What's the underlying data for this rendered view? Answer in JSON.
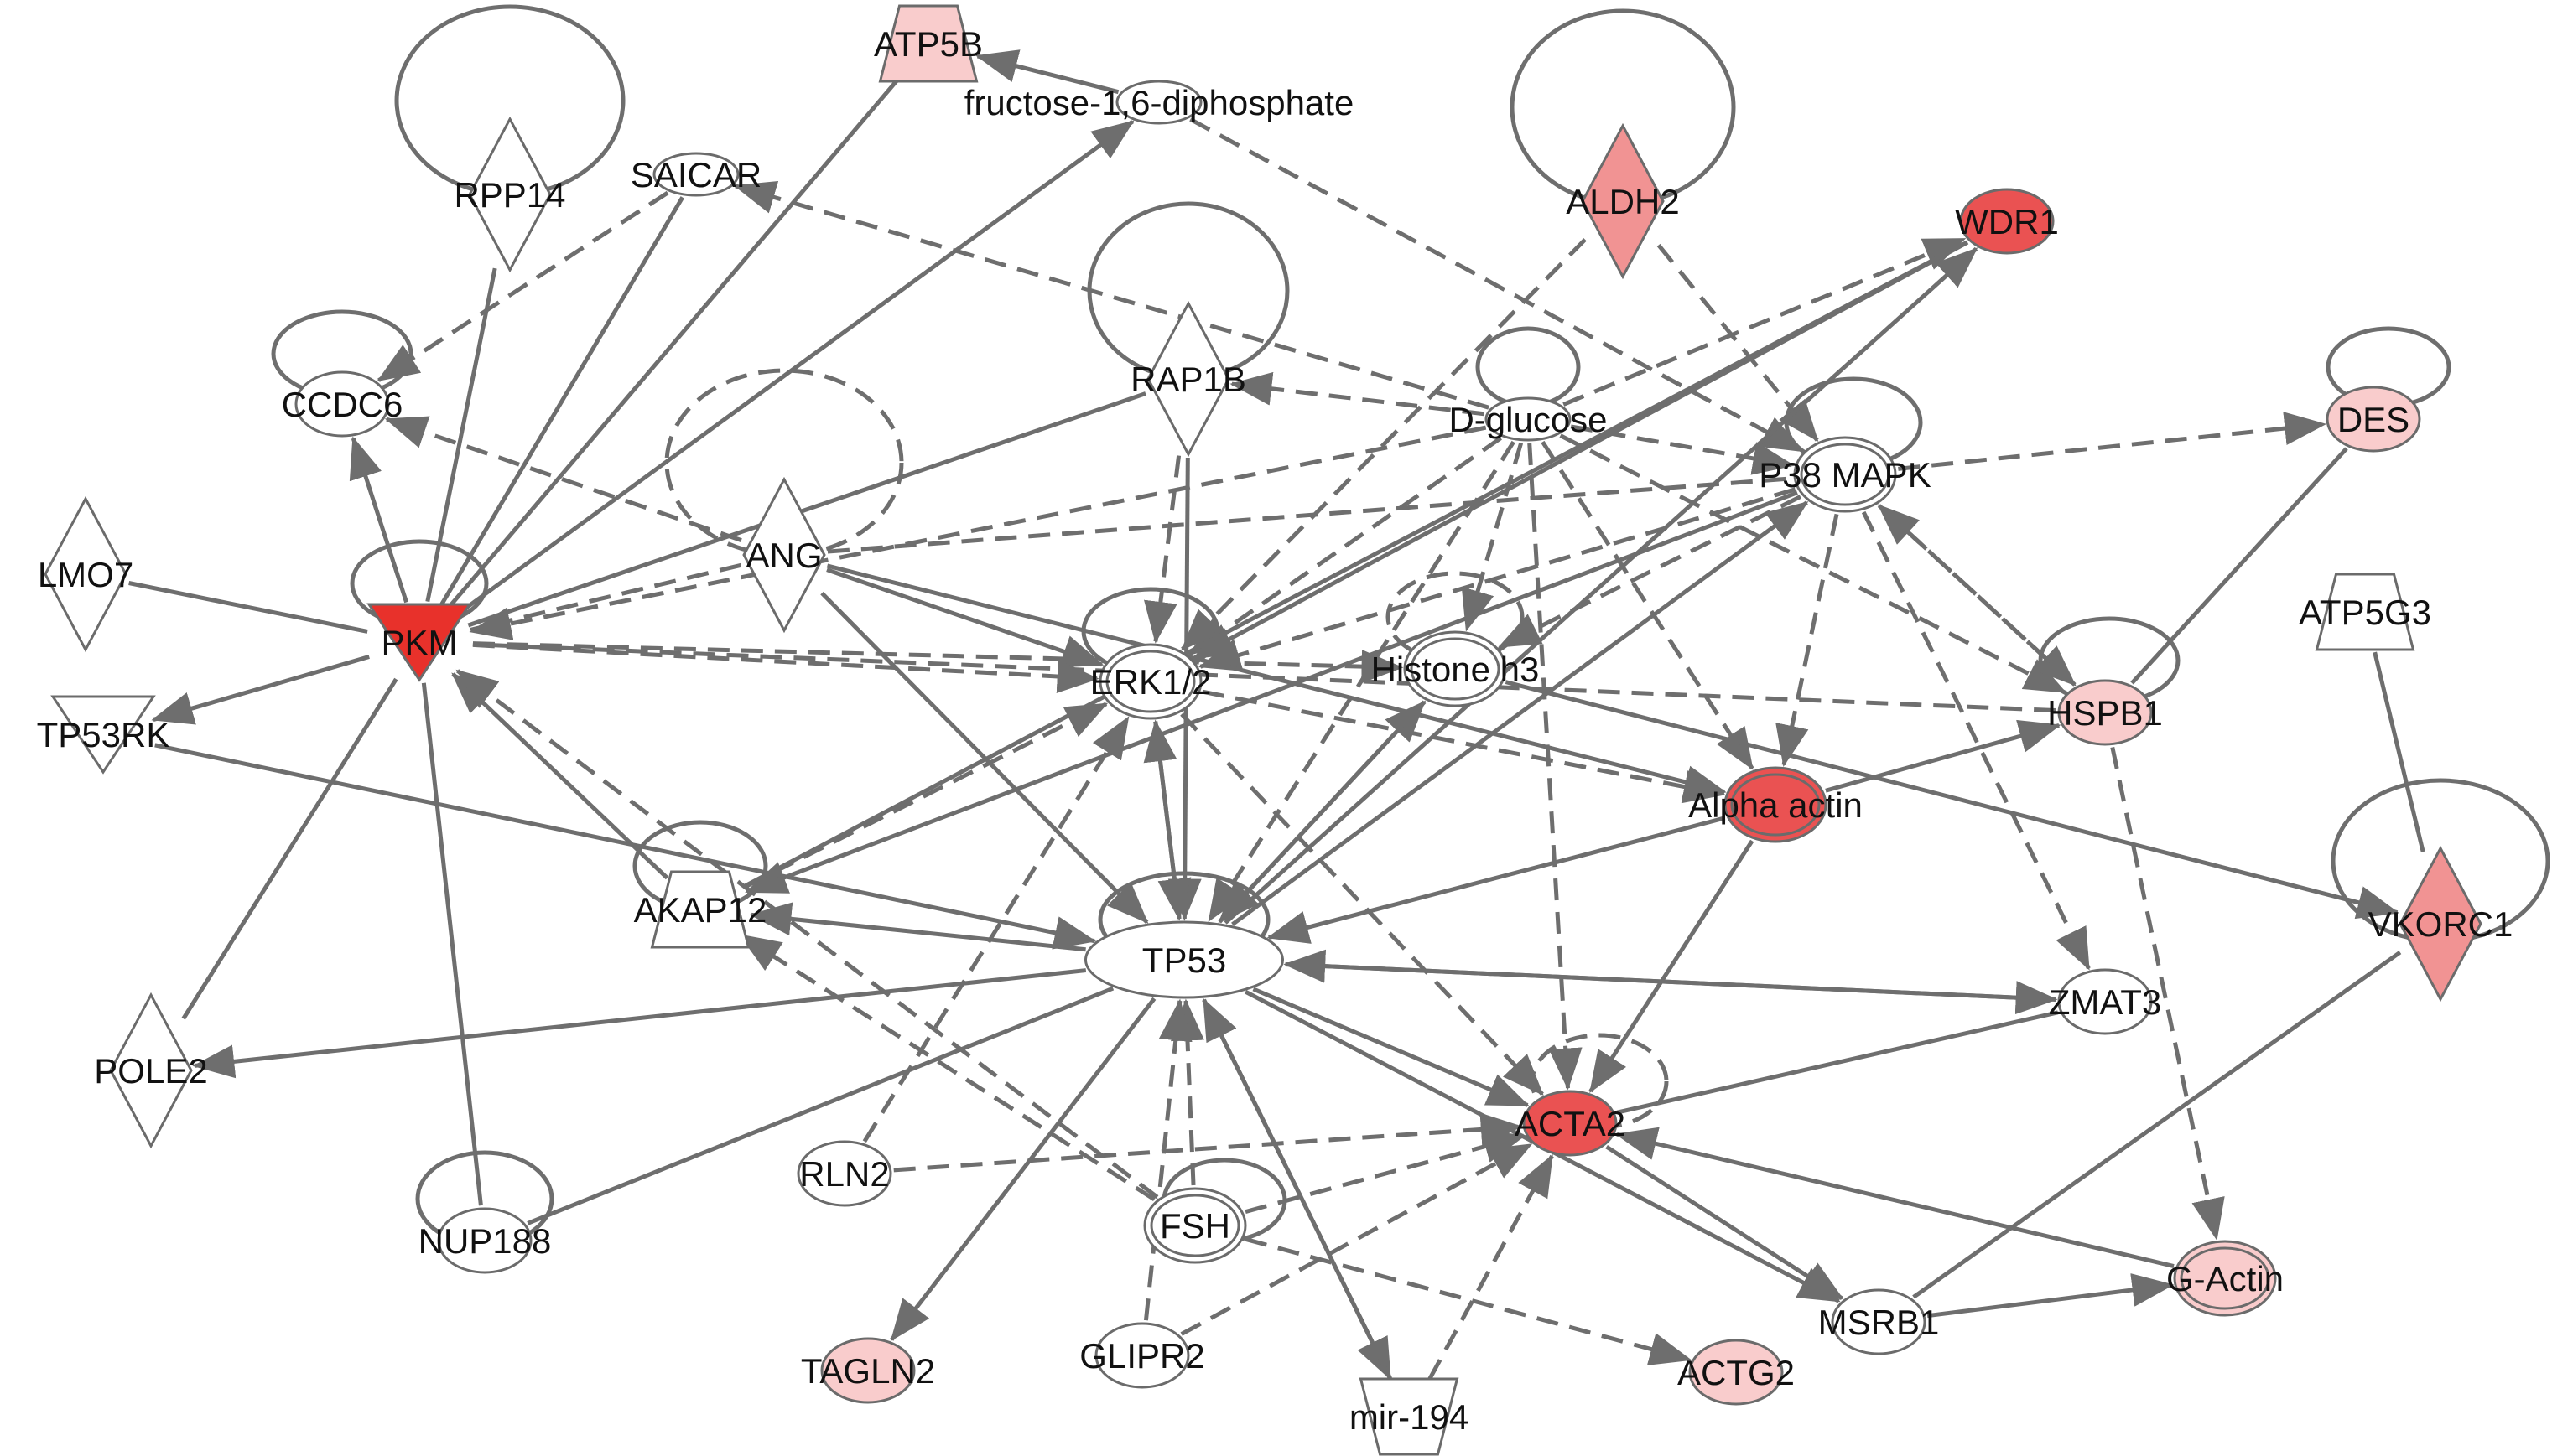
{
  "colors": {
    "edge": "#6e6e6e",
    "node_stroke": "#6b6b6b",
    "white": "#ffffff",
    "light": "#f9cccc",
    "mid": "#f19393",
    "strong": "#ea5252",
    "pkm": "#e8312b"
  },
  "nodes": [
    {
      "id": "ATP5B",
      "label": "ATP5B",
      "shape": "trapezoid",
      "fill": "light"
    },
    {
      "id": "FRU",
      "label": "fructose-1,6-diphosphate",
      "shape": "small-ellipse",
      "fill": "white"
    },
    {
      "id": "RPP14",
      "label": "RPP14",
      "shape": "diamond",
      "fill": "white"
    },
    {
      "id": "SAICAR",
      "label": "SAICAR",
      "shape": "small-ellipse",
      "fill": "white"
    },
    {
      "id": "ALDH2",
      "label": "ALDH2",
      "shape": "diamond",
      "fill": "mid"
    },
    {
      "id": "WDR1",
      "label": "WDR1",
      "shape": "ellipse",
      "fill": "strong"
    },
    {
      "id": "CCDC6",
      "label": "CCDC6",
      "shape": "ellipse",
      "fill": "white"
    },
    {
      "id": "RAP1B",
      "label": "RAP1B",
      "shape": "diamond",
      "fill": "white"
    },
    {
      "id": "DGLU",
      "label": "D-glucose",
      "shape": "small-ellipse",
      "fill": "white"
    },
    {
      "id": "DES",
      "label": "DES",
      "shape": "ellipse",
      "fill": "light"
    },
    {
      "id": "P38",
      "label": "P38 MAPK",
      "shape": "double-ellipse",
      "fill": "white"
    },
    {
      "id": "LMO7",
      "label": "LMO7",
      "shape": "diamond",
      "fill": "white"
    },
    {
      "id": "ANG",
      "label": "ANG",
      "shape": "diamond",
      "fill": "white"
    },
    {
      "id": "PKM",
      "label": "PKM",
      "shape": "triangle-down",
      "fill": "pkm"
    },
    {
      "id": "ATP5G3",
      "label": "ATP5G3",
      "shape": "trapezoid",
      "fill": "white"
    },
    {
      "id": "ERK",
      "label": "ERK1/2",
      "shape": "double-ellipse",
      "fill": "white"
    },
    {
      "id": "H3",
      "label": "Histone h3",
      "shape": "double-ellipse",
      "fill": "white"
    },
    {
      "id": "HSPB1",
      "label": "HSPB1",
      "shape": "ellipse",
      "fill": "light"
    },
    {
      "id": "TP53RK",
      "label": "TP53RK",
      "shape": "triangle-down",
      "fill": "white"
    },
    {
      "id": "AACT",
      "label": "Alpha actin",
      "shape": "double-ellipse",
      "fill": "strong"
    },
    {
      "id": "AKAP12",
      "label": "AKAP12",
      "shape": "trapezoid",
      "fill": "white"
    },
    {
      "id": "TP53",
      "label": "TP53",
      "shape": "big-ellipse",
      "fill": "white"
    },
    {
      "id": "VKORC1",
      "label": "VKORC1",
      "shape": "diamond",
      "fill": "mid"
    },
    {
      "id": "ZMAT3",
      "label": "ZMAT3",
      "shape": "ellipse",
      "fill": "white"
    },
    {
      "id": "POLE2",
      "label": "POLE2",
      "shape": "diamond",
      "fill": "white"
    },
    {
      "id": "ACTA2",
      "label": "ACTA2",
      "shape": "ellipse",
      "fill": "strong"
    },
    {
      "id": "RLN2",
      "label": "RLN2",
      "shape": "ellipse",
      "fill": "white"
    },
    {
      "id": "FSH",
      "label": "FSH",
      "shape": "double-ellipse",
      "fill": "white"
    },
    {
      "id": "NUP188",
      "label": "NUP188",
      "shape": "ellipse",
      "fill": "white"
    },
    {
      "id": "GACT",
      "label": "G-Actin",
      "shape": "double-ellipse",
      "fill": "light"
    },
    {
      "id": "MSRB1",
      "label": "MSRB1",
      "shape": "ellipse",
      "fill": "white"
    },
    {
      "id": "TAGLN2",
      "label": "TAGLN2",
      "shape": "ellipse",
      "fill": "light"
    },
    {
      "id": "GLIPR2",
      "label": "GLIPR2",
      "shape": "ellipse",
      "fill": "white"
    },
    {
      "id": "ACTG2",
      "label": "ACTG2",
      "shape": "ellipse",
      "fill": "light"
    },
    {
      "id": "MIR194",
      "label": "mir-194",
      "shape": "trapezoid-down",
      "fill": "white"
    }
  ],
  "loops": [
    {
      "node": "RPP14",
      "dashed": false
    },
    {
      "node": "ALDH2",
      "dashed": false
    },
    {
      "node": "CCDC6",
      "dashed": false
    },
    {
      "node": "RAP1B",
      "dashed": false
    },
    {
      "node": "DGLU",
      "dashed": false
    },
    {
      "node": "DES",
      "dashed": false
    },
    {
      "node": "P38",
      "dashed": false
    },
    {
      "node": "ANG",
      "dashed": true
    },
    {
      "node": "PKM",
      "dashed": false
    },
    {
      "node": "ERK",
      "dashed": false
    },
    {
      "node": "H3",
      "dashed": true
    },
    {
      "node": "HSPB1",
      "dashed": false
    },
    {
      "node": "AKAP12",
      "dashed": false
    },
    {
      "node": "TP53",
      "dashed": false
    },
    {
      "node": "VKORC1",
      "dashed": false
    },
    {
      "node": "ACTA2",
      "dashed": true
    },
    {
      "node": "FSH",
      "dashed": false
    },
    {
      "node": "NUP188",
      "dashed": false
    }
  ],
  "edges": [
    {
      "from": "RPP14",
      "to": "PKM",
      "dashed": false,
      "arrow": false
    },
    {
      "from": "SAICAR",
      "to": "PKM",
      "dashed": false,
      "arrow": false
    },
    {
      "from": "SAICAR",
      "to": "CCDC6",
      "dashed": true,
      "arrow": true
    },
    {
      "from": "ATP5B",
      "to": "PKM",
      "dashed": false,
      "arrow": false
    },
    {
      "from": "FRU",
      "to": "ATP5B",
      "dashed": false,
      "arrow": true
    },
    {
      "from": "PKM",
      "to": "FRU",
      "dashed": false,
      "arrow": true
    },
    {
      "from": "FRU",
      "to": "P38",
      "dashed": true,
      "arrow": true
    },
    {
      "from": "DGLU",
      "to": "SAICAR",
      "dashed": true,
      "arrow": true
    },
    {
      "from": "DGLU",
      "to": "RAP1B",
      "dashed": true,
      "arrow": true
    },
    {
      "from": "DGLU",
      "to": "WDR1",
      "dashed": true,
      "arrow": true
    },
    {
      "from": "DGLU",
      "to": "PKM",
      "dashed": true,
      "arrow": true
    },
    {
      "from": "DGLU",
      "to": "ERK",
      "dashed": true,
      "arrow": true
    },
    {
      "from": "DGLU",
      "to": "H3",
      "dashed": true,
      "arrow": true
    },
    {
      "from": "DGLU",
      "to": "P38",
      "dashed": true,
      "arrow": true
    },
    {
      "from": "DGLU",
      "to": "AACT",
      "dashed": true,
      "arrow": true
    },
    {
      "from": "DGLU",
      "to": "ACTA2",
      "dashed": true,
      "arrow": true
    },
    {
      "from": "DGLU",
      "to": "TP53",
      "dashed": true,
      "arrow": true
    },
    {
      "from": "DGLU",
      "to": "HSPB1",
      "dashed": true,
      "arrow": true
    },
    {
      "from": "ALDH2",
      "to": "P38",
      "dashed": true,
      "arrow": true
    },
    {
      "from": "ALDH2",
      "to": "ERK",
      "dashed": true,
      "arrow": true
    },
    {
      "from": "P38",
      "to": "DES",
      "dashed": true,
      "arrow": true
    },
    {
      "from": "P38",
      "to": "HSPB1",
      "dashed": true,
      "arrow": true
    },
    {
      "from": "P38",
      "to": "AACT",
      "dashed": true,
      "arrow": true
    },
    {
      "from": "P38",
      "to": "ZMAT3",
      "dashed": true,
      "arrow": true
    },
    {
      "from": "P38",
      "to": "ERK",
      "dashed": true,
      "arrow": true
    },
    {
      "from": "P38",
      "to": "H3",
      "dashed": true,
      "arrow": true
    },
    {
      "from": "P38",
      "to": "AKAP12",
      "dashed": false,
      "arrow": true
    },
    {
      "from": "TP53",
      "to": "P38",
      "dashed": false,
      "arrow": true
    },
    {
      "from": "TP53",
      "to": "WDR1",
      "dashed": false,
      "arrow": true
    },
    {
      "from": "HSPB1",
      "to": "P38",
      "dashed": true,
      "arrow": true
    },
    {
      "from": "HSPB1",
      "to": "PKM",
      "dashed": true,
      "arrow": false
    },
    {
      "from": "HSPB1",
      "to": "GACT",
      "dashed": true,
      "arrow": true
    },
    {
      "from": "DES",
      "to": "HSPB1",
      "dashed": false,
      "arrow": false
    },
    {
      "from": "ANG",
      "to": "CCDC6",
      "dashed": true,
      "arrow": true
    },
    {
      "from": "ANG",
      "to": "ERK",
      "dashed": false,
      "arrow": true
    },
    {
      "from": "ANG",
      "to": "TP53",
      "dashed": false,
      "arrow": true
    },
    {
      "from": "ANG",
      "to": "AACT",
      "dashed": false,
      "arrow": true
    },
    {
      "from": "ANG",
      "to": "PKM",
      "dashed": true,
      "arrow": false
    },
    {
      "from": "ANG",
      "to": "P38",
      "dashed": true,
      "arrow": false
    },
    {
      "from": "RAP1B",
      "to": "PKM",
      "dashed": false,
      "arrow": false
    },
    {
      "from": "RAP1B",
      "to": "ERK",
      "dashed": true,
      "arrow": true
    },
    {
      "from": "RAP1B",
      "to": "TP53",
      "dashed": false,
      "arrow": true
    },
    {
      "from": "PKM",
      "to": "CCDC6",
      "dashed": false,
      "arrow": true
    },
    {
      "from": "PKM",
      "to": "TP53RK",
      "dashed": false,
      "arrow": true
    },
    {
      "from": "PKM",
      "to": "ERK",
      "dashed": true,
      "arrow": true
    },
    {
      "from": "PKM",
      "to": "H3",
      "dashed": true,
      "arrow": true
    },
    {
      "from": "LMO7",
      "to": "PKM",
      "dashed": false,
      "arrow": false
    },
    {
      "from": "POLE2",
      "to": "PKM",
      "dashed": false,
      "arrow": false
    },
    {
      "from": "NUP188",
      "to": "PKM",
      "dashed": false,
      "arrow": false
    },
    {
      "from": "NUP188",
      "to": "TP53",
      "dashed": false,
      "arrow": false
    },
    {
      "from": "AKAP12",
      "to": "PKM",
      "dashed": false,
      "arrow": true
    },
    {
      "from": "TP53",
      "to": "AKAP12",
      "dashed": false,
      "arrow": true
    },
    {
      "from": "AKAP12",
      "to": "ERK",
      "dashed": true,
      "arrow": true
    },
    {
      "from": "FSH",
      "to": "AKAP12",
      "dashed": true,
      "arrow": true
    },
    {
      "from": "FSH",
      "to": "PKM",
      "dashed": true,
      "arrow": true
    },
    {
      "from": "FSH",
      "to": "TP53",
      "dashed": true,
      "arrow": true
    },
    {
      "from": "FSH",
      "to": "ACTG2",
      "dashed": true,
      "arrow": true
    },
    {
      "from": "TP53RK",
      "to": "TP53",
      "dashed": false,
      "arrow": true
    },
    {
      "from": "TP53",
      "to": "POLE2",
      "dashed": false,
      "arrow": true
    },
    {
      "from": "TP53",
      "to": "ERK",
      "dashed": false,
      "arrow": true
    },
    {
      "from": "TP53",
      "to": "H3",
      "dashed": false,
      "arrow": true
    },
    {
      "from": "TP53",
      "to": "ACTA2",
      "dashed": false,
      "arrow": true
    },
    {
      "from": "TP53",
      "to": "ZMAT3",
      "dashed": false,
      "arrow": true
    },
    {
      "from": "TP53",
      "to": "TAGLN2",
      "dashed": false,
      "arrow": true
    },
    {
      "from": "TP53",
      "to": "MIR194",
      "dashed": false,
      "arrow": true
    },
    {
      "from": "TP53",
      "to": "MSRB1",
      "dashed": false,
      "arrow": true
    },
    {
      "from": "MIR194",
      "to": "TP53",
      "dashed": false,
      "arrow": true
    },
    {
      "from": "ZMAT3",
      "to": "TP53",
      "dashed": false,
      "arrow": true
    },
    {
      "from": "AACT",
      "to": "TP53",
      "dashed": false,
      "arrow": true
    },
    {
      "from": "AACT",
      "to": "HSPB1",
      "dashed": false,
      "arrow": true
    },
    {
      "from": "AACT",
      "to": "ACTA2",
      "dashed": false,
      "arrow": true
    },
    {
      "from": "H3",
      "to": "VKORC1",
      "dashed": false,
      "arrow": true
    },
    {
      "from": "H3",
      "to": "TP53",
      "dashed": false,
      "arrow": true
    },
    {
      "from": "ERK",
      "to": "TP53",
      "dashed": false,
      "arrow": true
    },
    {
      "from": "ERK",
      "to": "AACT",
      "dashed": true,
      "arrow": true
    },
    {
      "from": "ERK",
      "to": "ACTA2",
      "dashed": true,
      "arrow": true
    },
    {
      "from": "ZMAT3",
      "to": "ACTA2",
      "dashed": false,
      "arrow": false
    },
    {
      "from": "ATP5G3",
      "to": "VKORC1",
      "dashed": false,
      "arrow": false
    },
    {
      "from": "VKORC1",
      "to": "MSRB1",
      "dashed": false,
      "arrow": false
    },
    {
      "from": "GACT",
      "to": "ACTA2",
      "dashed": false,
      "arrow": true
    },
    {
      "from": "MSRB1",
      "to": "GACT",
      "dashed": false,
      "arrow": true
    },
    {
      "from": "ACTA2",
      "to": "MSRB1",
      "dashed": false,
      "arrow": true
    },
    {
      "from": "RLN2",
      "to": "ACTA2",
      "dashed": true,
      "arrow": true
    },
    {
      "from": "RLN2",
      "to": "ERK",
      "dashed": true,
      "arrow": true
    },
    {
      "from": "FSH",
      "to": "ACTA2",
      "dashed": true,
      "arrow": true
    },
    {
      "from": "GLIPR2",
      "to": "ACTA2",
      "dashed": true,
      "arrow": true
    },
    {
      "from": "GLIPR2",
      "to": "TP53",
      "dashed": true,
      "arrow": true
    },
    {
      "from": "MIR194",
      "to": "ACTA2",
      "dashed": true,
      "arrow": true
    },
    {
      "from": "WDR1",
      "to": "ERK",
      "dashed": false,
      "arrow": true
    },
    {
      "from": "WDR1",
      "to": "AKAP12",
      "dashed": false,
      "arrow": false
    }
  ]
}
